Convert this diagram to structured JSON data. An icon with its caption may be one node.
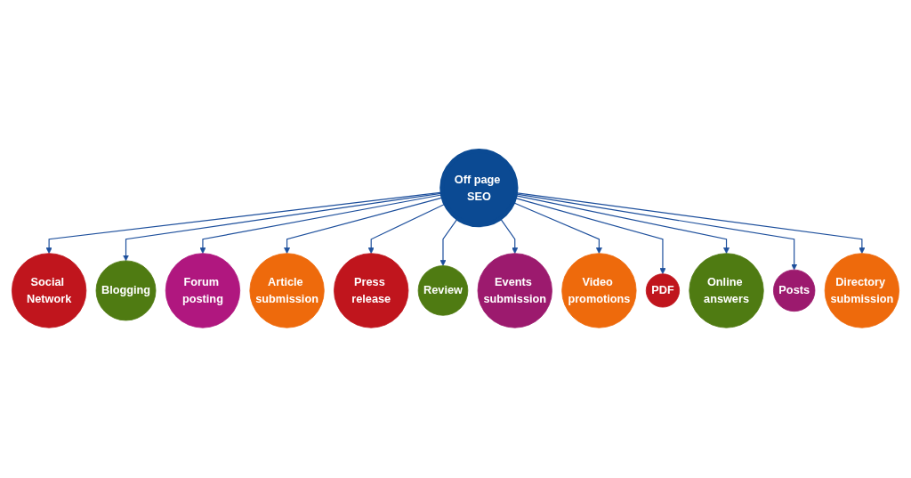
{
  "diagram": {
    "nodes": [
      {
        "text": [
          "Off page SEO"
        ]
      },
      {
        "text": [
          "Social Network"
        ]
      },
      {
        "text": [
          "Blogging"
        ]
      },
      {
        "text": [
          "Forum posting"
        ]
      },
      {
        "text": [
          "Article submission"
        ]
      },
      {
        "text": [
          "Press release"
        ]
      },
      {
        "text": [
          "Review"
        ]
      },
      {
        "text": [
          "Events submission"
        ]
      },
      {
        "text": [
          "Video promotions"
        ]
      },
      {
        "text": [
          "PDF"
        ]
      },
      {
        "text": [
          "Online answers"
        ]
      },
      {
        "text": [
          "Posts"
        ]
      },
      {
        "text": [
          "Directory submission"
        ]
      }
    ],
    "edges": [
      {
        "from": 0,
        "to": 1,
        "arrow": "to"
      },
      {
        "from": 0,
        "to": 2,
        "arrow": "to"
      },
      {
        "from": 0,
        "to": 3,
        "arrow": "to"
      },
      {
        "from": 0,
        "to": 4,
        "arrow": "to"
      },
      {
        "from": 0,
        "to": 5,
        "arrow": "to"
      },
      {
        "from": 0,
        "to": 6,
        "arrow": "to"
      },
      {
        "from": 0,
        "to": 7,
        "arrow": "to"
      },
      {
        "from": 0,
        "to": 8,
        "arrow": "to"
      },
      {
        "from": 0,
        "to": 9,
        "arrow": "to"
      },
      {
        "from": 0,
        "to": 10,
        "arrow": "to"
      },
      {
        "from": 0,
        "to": 11,
        "arrow": "to"
      },
      {
        "from": 0,
        "to": 12,
        "arrow": "to"
      }
    ]
  }
}
